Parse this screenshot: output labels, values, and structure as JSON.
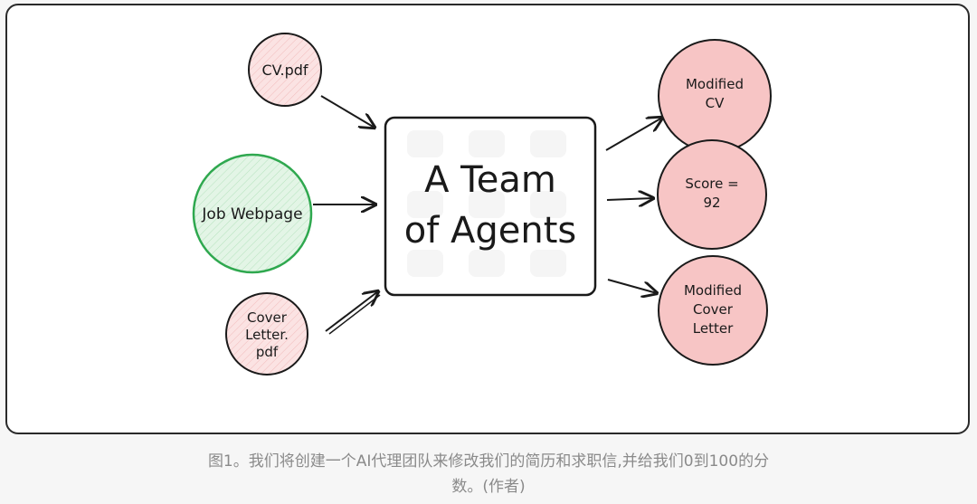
{
  "diagram": {
    "inputs": {
      "cv": "CV.pdf",
      "job": "Job Webpage",
      "cover": [
        "Cover",
        "Letter.",
        "pdf"
      ]
    },
    "center": [
      "A Team",
      "of Agents"
    ],
    "outputs": {
      "cv": [
        "Modified",
        "CV"
      ],
      "score": [
        "Score =",
        "92"
      ],
      "cover": [
        "Modified",
        "Cover",
        "Letter"
      ]
    },
    "colors": {
      "input_fill": "#fbe3e3",
      "job_fill": "#dff3e2",
      "job_stroke": "#2fa84f",
      "output_fill": "#f7c5c5",
      "stroke": "#1a1a1a"
    }
  },
  "caption": {
    "line1": "图1。我们将创建一个AI代理团队来修改我们的简历和求职信,并给我们0到100的分",
    "line2": "数。(作者)"
  }
}
